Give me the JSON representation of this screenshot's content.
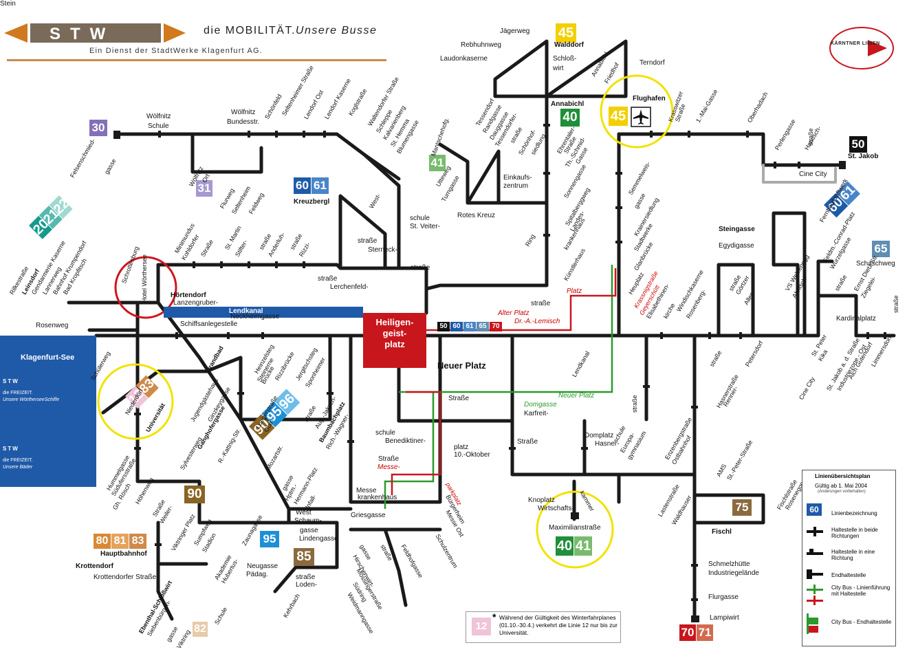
{
  "header": {
    "logo_text": "STW",
    "title_prefix": "die MOBILITÄT.",
    "title_italic": "Unsere Busse",
    "subtitle": "Ein Dienst der StadtWerke Klagenfurt AG.",
    "partner_logo": "KÄRNTNER LINIEN"
  },
  "colors": {
    "route_line": "#1a1a1a",
    "hub_red": "#c8161d",
    "lake_blue": "#1f5aa8",
    "city_bus_green": "#2a9a2a",
    "city_bus_red": "#c8161d",
    "highlight_yellow": "#f2e200",
    "highlight_red": "#d0141e"
  },
  "line_colors": {
    "10": "#e0609a",
    "11": "#e0609a",
    "12": "#f0c4d8",
    "20": "#169a8c",
    "21": "#56b9ad",
    "22": "#9fd9d1",
    "30": "#8470b8",
    "31": "#a898cf",
    "40": "#1f8f3a",
    "41": "#78bb6e",
    "45": "#f3cf00",
    "50": "#111111",
    "60": "#1f5aa8",
    "61": "#4a85c8",
    "65": "#5f8db3",
    "70": "#c8161d",
    "71": "#d26a4d",
    "75": "#8a6a3e",
    "80": "#d88935",
    "81": "#e4a25d",
    "82": "#e8c9a8",
    "83": "#cf8a4a",
    "85": "#8a6a3e",
    "90": "#8a6424",
    "91": "#b48b49",
    "92": "#c2a36f",
    "95": "#1e8fd5",
    "96": "#6dbde8"
  },
  "lake": {
    "title": "Klagenfurt-See",
    "brand": "STW",
    "label_freizeit": "die FREIZEIT.",
    "label_schiffe": "Unsere WörtherseeSchiffe",
    "label_baeder": "Unsere Bäder"
  },
  "canal": "Lendkanal",
  "hub": {
    "line1": "Heiligen-",
    "line2": "geist-",
    "line3": "platz"
  },
  "neuer_platz": "Neuer Platz",
  "stops": [
    {
      "t": "Jägerweg"
    },
    {
      "t": "Rebhuhnweg"
    },
    {
      "t": "Laudonkaserne"
    },
    {
      "t": "Walddorf",
      "b": true
    },
    {
      "t": "Schloß-"
    },
    {
      "t": "wirt"
    },
    {
      "t": "Terndorf"
    },
    {
      "t": "Flughafen",
      "b": true
    },
    {
      "t": "Annabichl",
      "b": true
    },
    {
      "t": "Annabichl"
    },
    {
      "t": "Friedhof"
    },
    {
      "t": "Wölfnitz"
    },
    {
      "t": "Schule"
    },
    {
      "t": "Wölfnitz"
    },
    {
      "t": "Bundesstr."
    },
    {
      "t": "Schönfeld"
    },
    {
      "t": "Seltenheimer Straße"
    },
    {
      "t": "Lendorf Ost"
    },
    {
      "t": "Lendorf Kaserne"
    },
    {
      "t": "Koglstraße"
    },
    {
      "t": "Waltendorfer Straße"
    },
    {
      "t": "Schleppe"
    },
    {
      "t": "Kalvarienberg"
    },
    {
      "t": "St. Hemma"
    },
    {
      "t": "Blumengasse"
    },
    {
      "t": "Mantschehofg."
    },
    {
      "t": "Tessendorf"
    },
    {
      "t": "Randgasse"
    },
    {
      "t": "Dauggasse"
    },
    {
      "t": "Tessendorfer-"
    },
    {
      "t": "straße"
    },
    {
      "t": "Schönhof-"
    },
    {
      "t": "siedlung"
    },
    {
      "t": "Ehrentaler-"
    },
    {
      "t": "Straße"
    },
    {
      "t": "Th.-Schmid-"
    },
    {
      "t": "Gasse"
    },
    {
      "t": "Krasswitzer"
    },
    {
      "t": "Straße"
    },
    {
      "t": "1.-Mai-Gasse"
    },
    {
      "t": "Oberhadach"
    },
    {
      "t": "Perlengasse"
    },
    {
      "t": "Hanusch-"
    },
    {
      "t": "straße"
    },
    {
      "t": "St. Jakob",
      "b": true
    },
    {
      "t": "Cine City"
    },
    {
      "t": "Felsenschmied-"
    },
    {
      "t": "gasse"
    },
    {
      "t": "Wölfnitz"
    },
    {
      "t": "Ort"
    },
    {
      "t": "Flurweg"
    },
    {
      "t": "Seltenheim"
    },
    {
      "t": "Feldweg"
    },
    {
      "t": "Kreuzbergl",
      "b": true
    },
    {
      "t": "Utteweg"
    },
    {
      "t": "Turngasse"
    },
    {
      "t": "Einkaufs-"
    },
    {
      "t": "zentrum"
    },
    {
      "t": "Rotes Kreuz"
    },
    {
      "t": "Sonnengasse"
    },
    {
      "t": "Semmelweis-"
    },
    {
      "t": "gasse"
    },
    {
      "t": "Krainersiedlung"
    },
    {
      "t": "West-"
    },
    {
      "t": "schule"
    },
    {
      "t": "St. Veiter-"
    },
    {
      "t": "Ring"
    },
    {
      "t": "Spitalberggweg"
    },
    {
      "t": "Landes-"
    },
    {
      "t": "krankenhaus"
    },
    {
      "t": "Stadtwerke"
    },
    {
      "t": "Glanbrücke"
    },
    {
      "t": "Fernheizkraftwerk"
    },
    {
      "t": "Steingasse",
      "b": true
    },
    {
      "t": "Egydigasse"
    },
    {
      "t": "Rilkestraße"
    },
    {
      "t": "Leinsdorf",
      "b": true
    },
    {
      "t": "Gendarmerie Kaserne"
    },
    {
      "t": "Lannerweg"
    },
    {
      "t": "Bahnhof Krumpendorf"
    },
    {
      "t": "Bad Kropfitsch"
    },
    {
      "t": "Schrottenburg"
    },
    {
      "t": "Hotel Wörthersee"
    },
    {
      "t": "Minimundus"
    },
    {
      "t": "Kohldorfer"
    },
    {
      "t": "Straße"
    },
    {
      "t": "St. Martin"
    },
    {
      "t": "Stifter-"
    },
    {
      "t": "straße"
    },
    {
      "t": "Anderluh-"
    },
    {
      "t": "straße"
    },
    {
      "t": "Rizzi-"
    },
    {
      "t": "straße"
    },
    {
      "t": "Sterneck-"
    },
    {
      "t": "straße"
    },
    {
      "t": "Künstlerhaus"
    },
    {
      "t": "Heuplatz"
    },
    {
      "t": "Krassnigstraße",
      "r": true
    },
    {
      "t": "Feldm.-Conrad-Platz"
    },
    {
      "t": "Wurzelgasse"
    },
    {
      "t": "Schaschweg"
    },
    {
      "t": "Hörtendorf",
      "b": true
    },
    {
      "t": "Lanzengruber-"
    },
    {
      "t": "straße"
    },
    {
      "t": "Lerchenfeld-"
    },
    {
      "t": "straße"
    },
    {
      "t": "Alter Platz",
      "r": true
    },
    {
      "t": "Dr.-A.-Lemisch",
      "r": true
    },
    {
      "t": "Platz",
      "r": true
    },
    {
      "t": "Geyerschütt",
      "r": true
    },
    {
      "t": "Elisabethinen-"
    },
    {
      "t": "kirche"
    },
    {
      "t": "Windischkaserne"
    },
    {
      "t": "Rosenberg-"
    },
    {
      "t": "straße"
    },
    {
      "t": "Görtzer"
    },
    {
      "t": "Allee"
    },
    {
      "t": "VS Welzenegg"
    },
    {
      "t": "Ahritsch-"
    },
    {
      "t": "straße"
    },
    {
      "t": "Ernst Dietz Str."
    },
    {
      "t": "Ziegelei-"
    },
    {
      "t": "straße"
    },
    {
      "t": "Rosenweg"
    },
    {
      "t": "Schiffsanlegestelle"
    },
    {
      "t": "Neckheimgasse"
    },
    {
      "t": "Lendkanal"
    },
    {
      "t": "Kardinalplatz"
    },
    {
      "t": "Schülerweg"
    },
    {
      "t": "Strandbad",
      "b": true
    },
    {
      "t": "Heinzelsteg"
    },
    {
      "t": "Steinerne"
    },
    {
      "t": "Brücke"
    },
    {
      "t": "Rizzibrücke"
    },
    {
      "t": "Jergitschsteg"
    },
    {
      "t": "Sponheimer"
    },
    {
      "t": "straße"
    },
    {
      "t": "Petersdorf"
    },
    {
      "t": "St. Peter"
    },
    {
      "t": "Kika"
    },
    {
      "t": "Cine City"
    },
    {
      "t": "St. Jakob a. d. Straße"
    },
    {
      "t": "Industriezone - Ost"
    },
    {
      "t": "Alch Gutendorf"
    },
    {
      "t": "Limmersdorf"
    },
    {
      "t": "Niederdorf"
    },
    {
      "t": "Universität",
      "b": true
    },
    {
      "t": "Jugendgästehaus"
    },
    {
      "t": "Ginzkeygasse"
    },
    {
      "t": "Luegerstraße"
    },
    {
      "t": "Obir-"
    },
    {
      "t": "straße"
    },
    {
      "t": "Aug.-Jaksch-"
    },
    {
      "t": "Straße"
    },
    {
      "t": "Neuer Platz",
      "g": true
    },
    {
      "t": "Domgasse",
      "g": true
    },
    {
      "t": "Karfreit-"
    },
    {
      "t": "straße"
    },
    {
      "t": "Hasnerstraße"
    },
    {
      "t": "Renner-"
    },
    {
      "t": "schule"
    },
    {
      "t": "Benediktiner-"
    },
    {
      "t": "platz"
    },
    {
      "t": "10.-Oktober"
    },
    {
      "t": "Straße"
    },
    {
      "t": "Domplatz"
    },
    {
      "t": "Hasner-"
    },
    {
      "t": "schule"
    },
    {
      "t": "Europa-"
    },
    {
      "t": "gymnasium"
    },
    {
      "t": "Enzenbergstraße"
    },
    {
      "t": "Ostbahnhof"
    },
    {
      "t": "AMS"
    },
    {
      "t": "St.-Peter-Straße"
    },
    {
      "t": "Hummelgasse"
    },
    {
      "t": "Südufersstraße"
    },
    {
      "t": "Gh. Rösch"
    },
    {
      "t": "Höhenweg"
    },
    {
      "t": "Sylvesterweg"
    },
    {
      "t": "Ganghofergasse",
      "b": true
    },
    {
      "t": "R.-Kattnig-Str."
    },
    {
      "t": "Mozartstr."
    },
    {
      "t": "Baumbachplatz",
      "b": true
    },
    {
      "t": "Rich.-Wagner-"
    },
    {
      "t": "Straße"
    },
    {
      "t": "Messe-",
      "r": true
    },
    {
      "t": "parkplatz",
      "r": true
    },
    {
      "t": "Bürgerheim"
    },
    {
      "t": "Messe Ost"
    },
    {
      "t": "Knoplatz"
    },
    {
      "t": "Wirtschafts-"
    },
    {
      "t": "kammer"
    },
    {
      "t": "Lastenstraße"
    },
    {
      "t": "Waldhauser"
    },
    {
      "t": "Fischl",
      "b": true
    },
    {
      "t": "Fischlstraße"
    },
    {
      "t": "Rosenegger"
    },
    {
      "t": "Straße"
    },
    {
      "t": "Weiler-"
    },
    {
      "t": "gasse"
    },
    {
      "t": "Hptm.-"
    },
    {
      "t": "Hermann-Platz"
    },
    {
      "t": "Unfall-"
    },
    {
      "t": "krankenhaus"
    },
    {
      "t": "Messe"
    },
    {
      "t": "West"
    },
    {
      "t": "Schaum-"
    },
    {
      "t": "gasse"
    },
    {
      "t": "Lindengasse"
    },
    {
      "t": "Griesgasse"
    },
    {
      "t": "Maximilianstraße"
    },
    {
      "t": "Hauptbahnhof",
      "b": true
    },
    {
      "t": "Krottendorf",
      "b": true
    },
    {
      "t": "Krottendorfer Straße"
    },
    {
      "t": "Viktringer Platz"
    },
    {
      "t": "Sumpfweg"
    },
    {
      "t": "Stadion"
    },
    {
      "t": "Zaunagasse"
    },
    {
      "t": "Neugasse"
    },
    {
      "t": "Pädag."
    },
    {
      "t": "Akademie"
    },
    {
      "t": "Hubertus-"
    },
    {
      "t": "straße"
    },
    {
      "t": "Loden-"
    },
    {
      "t": "gasse"
    },
    {
      "t": "Hirschenwirt-"
    },
    {
      "t": "straße"
    },
    {
      "t": "Feldhofgasse"
    },
    {
      "t": "Schulzentrum"
    },
    {
      "t": "Mössingerstraße"
    },
    {
      "t": "Südring"
    },
    {
      "t": "Weidmanngasse"
    },
    {
      "t": "Schmelzhütte"
    },
    {
      "t": "Industriegelände"
    },
    {
      "t": "Flurgasse"
    },
    {
      "t": "Lampiwirt"
    },
    {
      "t": "Ebenthal-Schloßwirt",
      "b": true
    },
    {
      "t": "Siebenbürgen-"
    },
    {
      "t": "gasse"
    },
    {
      "t": "Viktring"
    },
    {
      "t": "Schule"
    },
    {
      "t": "Kehrbach"
    },
    {
      "t": "Stein"
    }
  ],
  "line_badges": {
    "l45_top": [
      "45"
    ],
    "l45_air": [
      "45"
    ],
    "l40_top": [
      "40"
    ],
    "l30": [
      "30"
    ],
    "l31": [
      "31"
    ],
    "l60_61": [
      "60",
      "61"
    ],
    "l50": [
      "50"
    ],
    "l41": [
      "41"
    ],
    "l20_22": [
      "20",
      "21",
      "22"
    ],
    "l65": [
      "65"
    ],
    "l60_61_stein": [
      "60",
      "61"
    ],
    "l12_83": [
      "12",
      "83"
    ],
    "l90": [
      "90"
    ],
    "l95": [
      "95"
    ],
    "l85": [
      "85"
    ],
    "l75": [
      "75"
    ],
    "l80_83": [
      "80",
      "81",
      "83"
    ],
    "l82": [
      "82"
    ],
    "l70_71": [
      "70",
      "71"
    ],
    "l40_41": [
      "40",
      "41"
    ],
    "l90_96": [
      "90",
      "95",
      "96"
    ],
    "hub_row": [
      "50",
      "60",
      "61",
      "65",
      "70"
    ]
  },
  "legend": {
    "title": "Linienübersichtsplan",
    "valid": "Gültig ab 1. Mai 2004",
    "changes": "(Änderungen vorbehalten)",
    "sample_line": "60",
    "items": [
      "Linienbezeichnung",
      "Haltestelle in beide Richtungen",
      "Haltestelle in eine Richtung",
      "Endhaltestelle",
      "City Bus - Linienführung mit Haltestelle",
      "City Bus - Endhaltestelle"
    ]
  },
  "note": {
    "badge": "12",
    "star": "*",
    "text": "Während der Gültigkeit des Winterfahrplanes (01.10.-30.4.) verkehrt die Linie 12 nur bis zur Universität."
  }
}
